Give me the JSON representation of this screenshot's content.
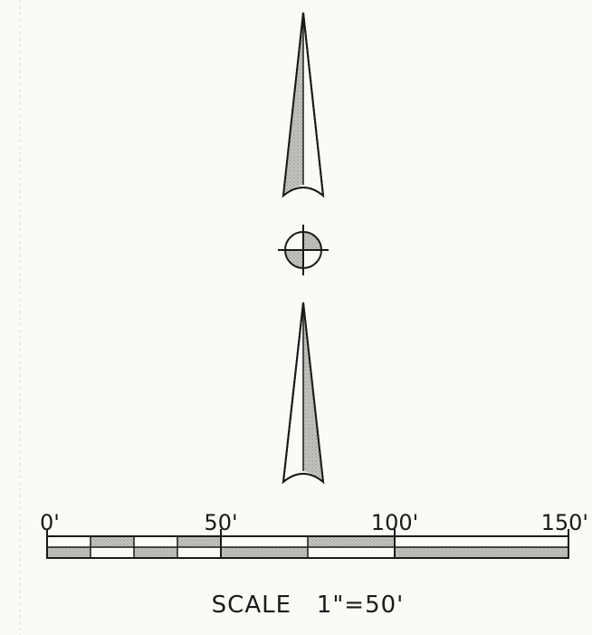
{
  "north_arrow": {
    "icon": "north-arrow-icon",
    "center_symbol": "crosshair-circle-icon"
  },
  "scale_bar": {
    "ticks": [
      {
        "value": 0,
        "label": "0'"
      },
      {
        "value": 50,
        "label": "50'"
      },
      {
        "value": 100,
        "label": "100'"
      },
      {
        "value": 150,
        "label": "150'"
      }
    ],
    "segments": [
      {
        "from": 0,
        "to": 12.5,
        "top_shaded": false,
        "bottom_shaded": true
      },
      {
        "from": 12.5,
        "to": 25,
        "top_shaded": true,
        "bottom_shaded": false
      },
      {
        "from": 25,
        "to": 37.5,
        "top_shaded": false,
        "bottom_shaded": true
      },
      {
        "from": 37.5,
        "to": 50,
        "top_shaded": true,
        "bottom_shaded": false
      },
      {
        "from": 50,
        "to": 75,
        "top_shaded": false,
        "bottom_shaded": true
      },
      {
        "from": 75,
        "to": 100,
        "top_shaded": true,
        "bottom_shaded": false
      },
      {
        "from": 100,
        "to": 150,
        "top_shaded": false,
        "bottom_shaded": true
      }
    ],
    "caption": "SCALE   1\"=50'"
  },
  "colors": {
    "ink": "#1a1a1a",
    "shade": "#b8b8b2",
    "paper": "#fbfaf6"
  }
}
